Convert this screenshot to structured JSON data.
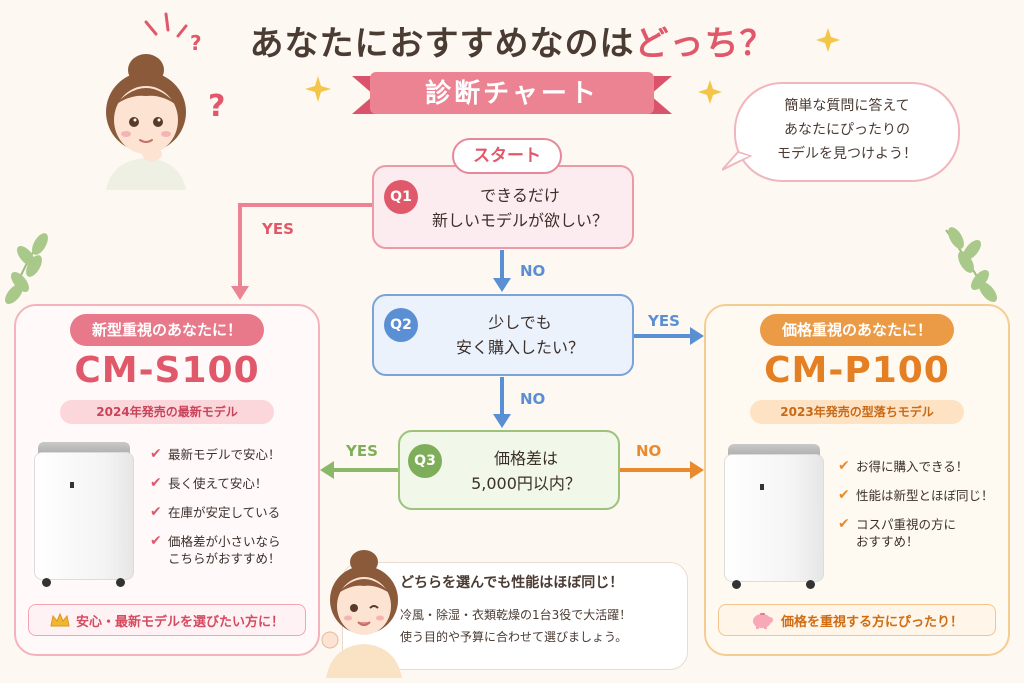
{
  "header": {
    "title_prefix": "あなたにおすすめなのは",
    "title_highlight": "どっち？",
    "subtitle": "診断チャート"
  },
  "speech_bubble": {
    "lines": [
      "簡単な質問に答えて",
      "あなたにぴったりの",
      "モデルを見つけよう！"
    ]
  },
  "flow": {
    "start_label": "スタート",
    "q1": {
      "badge": "Q1",
      "lines": [
        "できるだけ",
        "新しいモデルが欲しい？"
      ]
    },
    "q2": {
      "badge": "Q2",
      "lines": [
        "少しでも",
        "安く購入したい？"
      ]
    },
    "q3": {
      "badge": "Q3",
      "lines": [
        "価格差は",
        "5,000円以内？"
      ]
    },
    "yes": "YES",
    "no": "NO"
  },
  "results": {
    "left": {
      "tag": "新型重視のあなたに！",
      "model": "CM-S100",
      "year": "2024年発売の最新モデル",
      "bullets": [
        [
          "最新モデルで安心！"
        ],
        [
          "長く使えて安心！"
        ],
        [
          "在庫が安定している"
        ],
        [
          "価格差が小さいなら",
          "こちらがおすすめ！"
        ]
      ],
      "footer": "安心・最新モデルを選びたい方に！",
      "footer_icon": "crown-icon"
    },
    "right": {
      "tag": "価格重視のあなたに！",
      "model": "CM-P100",
      "year": "2023年発売の型落ちモデル",
      "bullets": [
        [
          "お得に購入できる！"
        ],
        [
          "性能は新型とほぼ同じ！"
        ],
        [
          "コスパ重視の方に",
          "おすすめ！"
        ]
      ],
      "footer": "価格を重視する方にぴったり！",
      "footer_icon": "piggy-bank-icon"
    }
  },
  "note": {
    "head": "どちらを選んでも性能はほぼ同じ！",
    "lines": [
      "冷風・除湿・衣類乾燥の1台3役で大活躍！",
      "使う目的や予算に合わせて選びましょう。"
    ]
  },
  "colors": {
    "pink": "#e0596b",
    "blue": "#5b8fd4",
    "green": "#7fae5a",
    "orange": "#e98a2e",
    "bg": "#fdf8f1"
  }
}
